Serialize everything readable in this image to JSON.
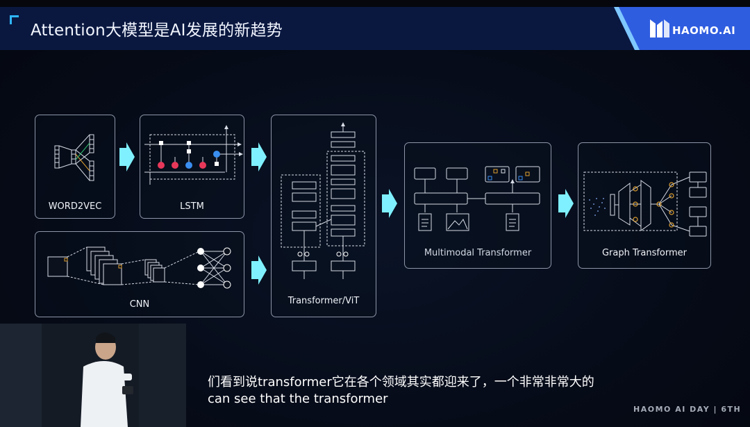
{
  "header": {
    "title": "Attention大模型是AI发展的新趋势",
    "logo_text": "HAOMO.AI"
  },
  "diagram": {
    "word2vec_label": "WORD2VEC",
    "lstm_label": "LSTM",
    "cnn_label": "CNN",
    "transformer_label": "Transformer/ViT",
    "multimodal_label": "Multimodal Transformer",
    "graph_label": "Graph Transformer"
  },
  "subtitles": {
    "chinese": "们看到说transformer它在各个领域其实都迎来了，一个非常非常大的",
    "english": "can see that the transformer"
  },
  "event_tag": "HAOMO AI DAY | 6TH",
  "colors": {
    "header_bg": "#0a1840",
    "accent_cyan": "#7ff0ff",
    "logo_blue": "#2f5de0",
    "lstm_red": "#e8385a",
    "lstm_blue": "#3a8ef0"
  }
}
